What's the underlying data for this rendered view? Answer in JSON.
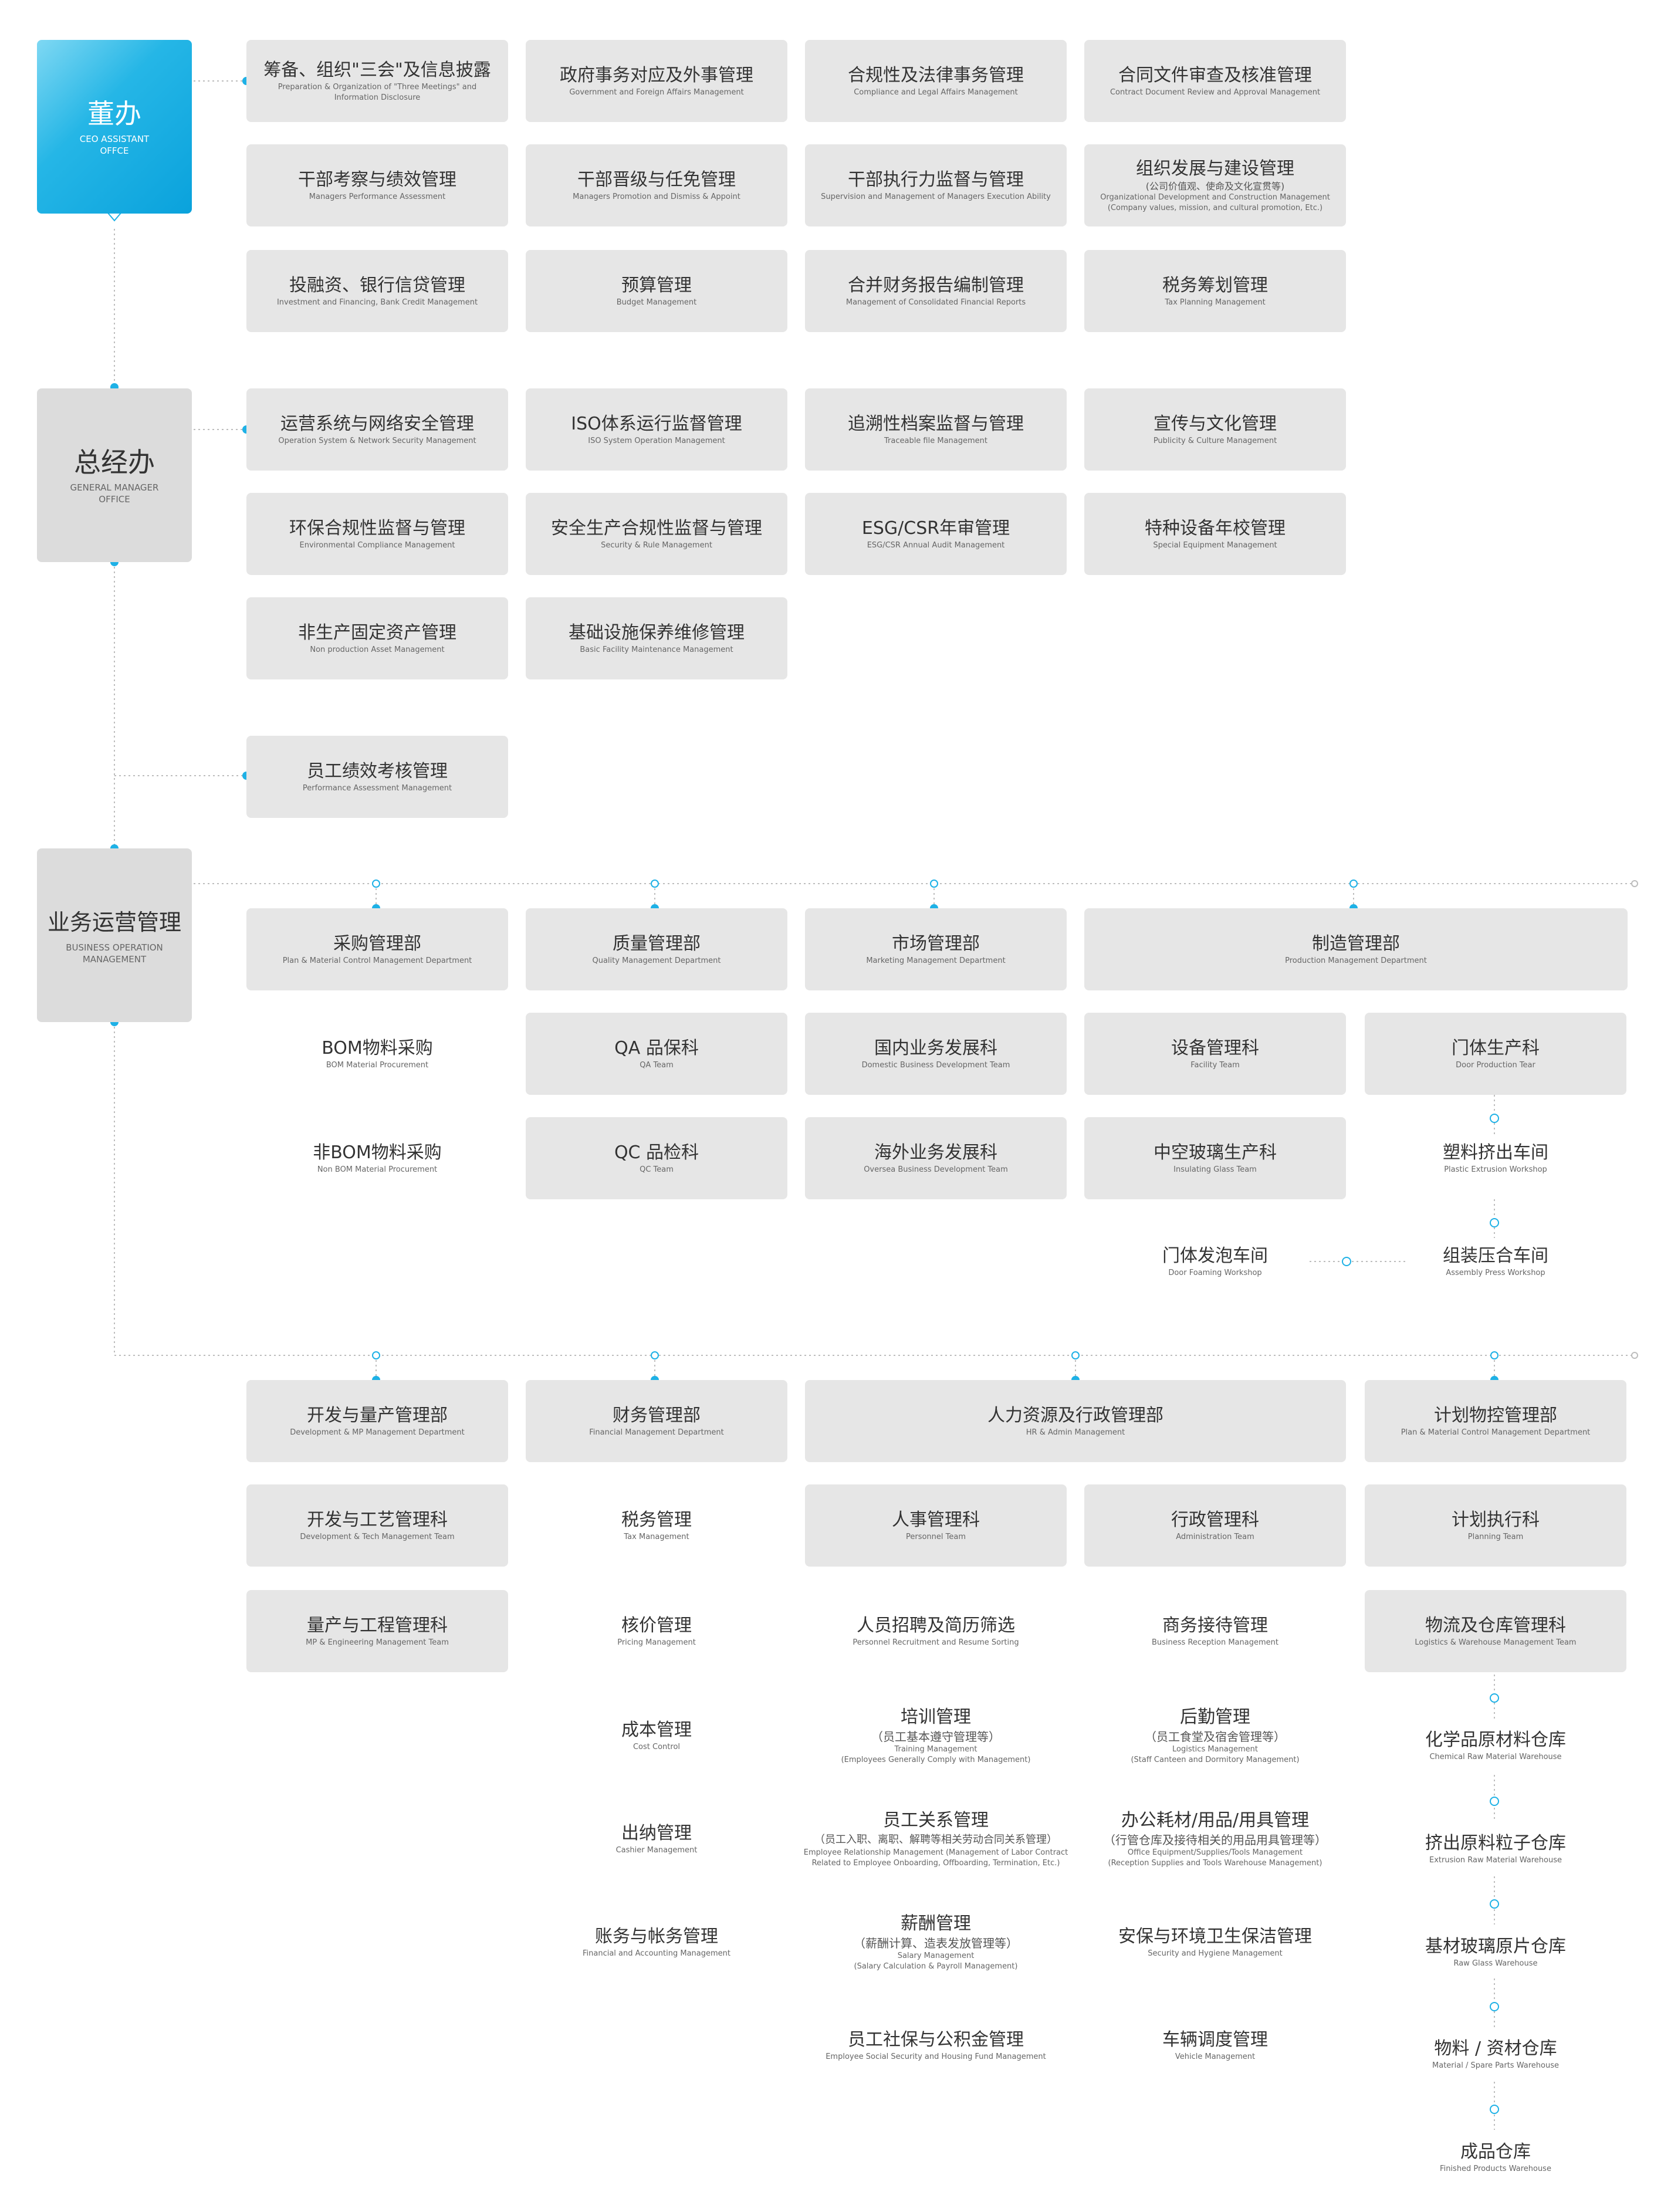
{
  "offices": {
    "ceo": {
      "title": "董办",
      "sub1": "CEO ASSISTANT",
      "sub2": "OFFCE"
    },
    "gm": {
      "title": "总经办",
      "sub1": "GENERAL MANAGER",
      "sub2": "OFFICE"
    },
    "bo": {
      "title": "业务运营管理",
      "sub1": "BUSINESS OPERATION",
      "sub2": "MANAGEMENT"
    }
  },
  "ceo_row1": [
    {
      "cn": "筹备、组织\"三会\"及信息披露",
      "en": "Preparation & Organization of \"Three Meetings\" and",
      "en2": "Information Disclosure"
    },
    {
      "cn": "政府事务对应及外事管理",
      "en": "Government and Foreign Affairs Management"
    },
    {
      "cn": "合规性及法律事务管理",
      "en": "Compliance and Legal Affairs Management"
    },
    {
      "cn": "合同文件审查及核准管理",
      "en": "Contract Document Review and Approval Management"
    }
  ],
  "ceo_row2": [
    {
      "cn": "干部考察与绩效管理",
      "en": "Managers Performance Assessment"
    },
    {
      "cn": "干部晋级与任免管理",
      "en": "Managers Promotion and Dismiss & Appoint"
    },
    {
      "cn": "干部执行力监督与管理",
      "en": "Supervision and Management of Managers Execution Ability"
    },
    {
      "cn": "组织发展与建设管理",
      "cn2": "(公司价值观、使命及文化宣贯等)",
      "en": "Organizational Development and Construction Management",
      "en2": "(Company values, mission, and cultural promotion, Etc.)"
    }
  ],
  "ceo_row3": [
    {
      "cn": "投融资、银行信贷管理",
      "en": "Investment and Financing, Bank Credit Management"
    },
    {
      "cn": "预算管理",
      "en": "Budget Management"
    },
    {
      "cn": "合并财务报告编制管理",
      "en": "Management of Consolidated Financial Reports"
    },
    {
      "cn": "税务筹划管理",
      "en": "Tax Planning Management"
    }
  ],
  "gm_row1": [
    {
      "cn": "运营系统与网络安全管理",
      "en": "Operation System & Network Security Management"
    },
    {
      "cn": "ISO体系运行监督管理",
      "en": "ISO System Operation Management"
    },
    {
      "cn": "追溯性档案监督与管理",
      "en": "Traceable file Management"
    },
    {
      "cn": "宣传与文化管理",
      "en": "Publicity & Culture Management"
    }
  ],
  "gm_row2": [
    {
      "cn": "环保合规性监督与管理",
      "en": "Environmental Compliance Management"
    },
    {
      "cn": "安全生产合规性监督与管理",
      "en": "Security & Rule Management"
    },
    {
      "cn": "ESG/CSR年审管理",
      "en": "ESG/CSR Annual Audit Management"
    },
    {
      "cn": "特种设备年校管理",
      "en": "Special Equipment Management"
    }
  ],
  "gm_row3": [
    {
      "cn": "非生产固定资产管理",
      "en": "Non production Asset Management"
    },
    {
      "cn": "基础设施保养维修管理",
      "en": "Basic Facility Maintenance Management"
    }
  ],
  "perf": {
    "cn": "员工绩效考核管理",
    "en": "Performance Assessment Management"
  },
  "depts1": [
    {
      "cn": "采购管理部",
      "en": "Plan & Material Control Management Department"
    },
    {
      "cn": "质量管理部",
      "en": "Quality Management Department"
    },
    {
      "cn": "市场管理部",
      "en": "Marketing Management Department"
    },
    {
      "cn": "制造管理部",
      "en": "Production Management Department"
    }
  ],
  "purchasing": [
    {
      "cn": "BOM物料采购",
      "en": "BOM Material Procurement"
    },
    {
      "cn": "非BOM物料采购",
      "en": "Non BOM Material Procurement"
    }
  ],
  "quality": [
    {
      "cn": "QA 品保科",
      "en": "QA Team"
    },
    {
      "cn": "QC 品检科",
      "en": "QC Team"
    }
  ],
  "marketing": [
    {
      "cn": "国内业务发展科",
      "en": "Domestic Business Development Team"
    },
    {
      "cn": "海外业务发展科",
      "en": "Oversea Business Development Team"
    }
  ],
  "production": {
    "facility": {
      "cn": "设备管理科",
      "en": "Facility Team"
    },
    "glass": {
      "cn": "中空玻璃生产科",
      "en": "Insulating Glass Team"
    },
    "foaming": {
      "cn": "门体发泡车间",
      "en": "Door Foaming Workshop"
    },
    "door": {
      "cn": "门体生产科",
      "en": "Door Production Tear"
    },
    "extrusion": {
      "cn": "塑料挤出车间",
      "en": "Plastic Extrusion Workshop"
    },
    "press": {
      "cn": "组装压合车间",
      "en": "Assembly Press Workshop"
    }
  },
  "depts2": [
    {
      "cn": "开发与量产管理部",
      "en": "Development & MP Management Department"
    },
    {
      "cn": "财务管理部",
      "en": "Financial Management Department"
    },
    {
      "cn": "人力资源及行政管理部",
      "en": "HR & Admin Management"
    },
    {
      "cn": "计划物控管理部",
      "en": "Plan & Material Control Management Department"
    }
  ],
  "dev": [
    {
      "cn": "开发与工艺管理科",
      "en": "Development & Tech Management Team"
    },
    {
      "cn": "量产与工程管理科",
      "en": "MP & Engineering Management Team"
    }
  ],
  "finance": [
    {
      "cn": "税务管理",
      "en": "Tax Management"
    },
    {
      "cn": "核价管理",
      "en": "Pricing Management"
    },
    {
      "cn": "成本管理",
      "en": "Cost Control"
    },
    {
      "cn": "出纳管理",
      "en": "Cashier Management"
    },
    {
      "cn": "账务与帐务管理",
      "en": "Financial and Accounting Management"
    }
  ],
  "personnel": [
    {
      "cn": "人事管理科",
      "en": "Personnel Team"
    },
    {
      "cn": "人员招聘及简历筛选",
      "en": "Personnel Recruitment and Resume Sorting"
    },
    {
      "cn": "培训管理",
      "cn2": "（员工基本遵守管理等）",
      "en": "Training Management",
      "en2": "(Employees Generally Comply with Management)"
    },
    {
      "cn": "员工关系管理",
      "cn2": "（员工入职、离职、解聘等相关劳动合同关系管理）",
      "en": "Employee Relationship Management (Management of Labor Contract",
      "en2": "Related to Employee Onboarding, Offboarding, Termination, Etc.)"
    },
    {
      "cn": "薪酬管理",
      "cn2": "（薪酬计算、造表发放管理等）",
      "en": "Salary Management",
      "en2": "(Salary Calculation & Payroll Management)"
    },
    {
      "cn": "员工社保与公积金管理",
      "en": "Employee Social Security and Housing Fund Management"
    }
  ],
  "admin": [
    {
      "cn": "行政管理科",
      "en": "Administration Team"
    },
    {
      "cn": "商务接待管理",
      "en": "Business Reception Management"
    },
    {
      "cn": "后勤管理",
      "cn2": "（员工食堂及宿舍管理等）",
      "en": "Logistics Management",
      "en2": "(Staff Canteen and Dormitory Management)"
    },
    {
      "cn": "办公耗材/用品/用具管理",
      "cn2": "（行管仓库及接待相关的用品用具管理等）",
      "en": "Office Equipment/Supplies/Tools Management",
      "en2": "(Reception Supplies and Tools Warehouse Management)"
    },
    {
      "cn": "安保与环境卫生保洁管理",
      "en": "Security and Hygiene Management"
    },
    {
      "cn": "车辆调度管理",
      "en": "Vehicle Management"
    }
  ],
  "planning": [
    {
      "cn": "计划执行科",
      "en": "Planning Team"
    },
    {
      "cn": "物流及仓库管理科",
      "en": "Logistics & Warehouse Management Team"
    },
    {
      "cn": "化学品原材料仓库",
      "en": "Chemical Raw Material Warehouse"
    },
    {
      "cn": "挤出原料粒子仓库",
      "en": "Extrusion Raw Material Warehouse"
    },
    {
      "cn": "基材玻璃原片仓库",
      "en": "Raw Glass Warehouse"
    },
    {
      "cn": "物料 / 资材仓库",
      "en": "Material / Spare Parts Warehouse"
    },
    {
      "cn": "成品仓库",
      "en": "Finished Products Warehouse"
    }
  ],
  "colors": {
    "accent": "#1eb1e6",
    "box": "#e6e6e6",
    "line": "#bdbdbd"
  }
}
